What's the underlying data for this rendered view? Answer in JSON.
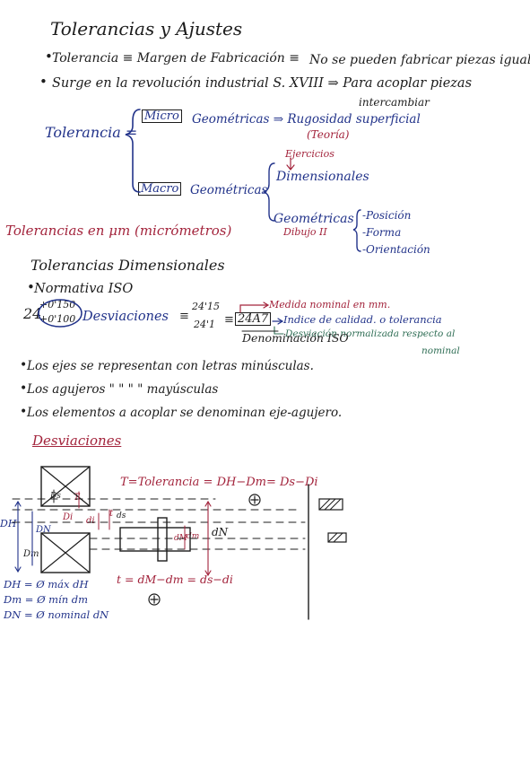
{
  "colors": {
    "ink": "#1c1c1c",
    "blue": "#22338a",
    "red": "#a3243c",
    "green": "#2f6e55"
  },
  "title": "Tolerancias y Ajustes",
  "intro": {
    "line1_a": "Tolerancia ≡ Margen de Fabricación ≡",
    "line1_b": "No se pueden fabricar piezas iguales.",
    "line2_a": "Surge en la revolución industrial S. XVIII ⇒ Para acoplar piezas",
    "line2_b": "intercambiar"
  },
  "tolerancia_tree": {
    "label": "Tolerancia =",
    "micro": "Micro",
    "micro_text": "Geométricas ⇒ Rugosidad superficial",
    "teoria": "(Teoría)",
    "ejercicios": "Ejercicios",
    "macro": "Macro",
    "macro_text": "Geométricas",
    "dimensionales": "Dimensionales",
    "geometricas": "Geométricas",
    "dibujo": "Dibujo II",
    "posicion": "-Posición",
    "forma": "-Forma",
    "orientacion": "-Orientación"
  },
  "unidades": "Tolerancias en μm (micrómetros)",
  "dimensionales_heading": "Tolerancias Dimensionales",
  "normativa": "Normativa ISO",
  "desviaciones_example": {
    "base": "24",
    "upper": "+0'150",
    "lower": "+0'100",
    "label": "Desviaciones",
    "eq": "≡",
    "v1": "24'15",
    "v2": "24'1",
    "eq2": "≡",
    "code": "24A7",
    "medida": "Medida nominal en mm.",
    "indice": "Indice de calidad. o tolerancia",
    "desv_norm": "Desviación normalizada respecto al",
    "nominal": "nominal",
    "denominacion": "Denominación ISO"
  },
  "bullets": [
    "Los ejes se representan con letras minúsculas.",
    "Los agujeros  \"      \"        \"          \"     mayúsculas",
    "Los elementos a acoplar se denominan eje-agujero."
  ],
  "desviaciones_heading": "Desviaciones",
  "diagram": {
    "T_formula": "T=Tolerancia = DH−Dm= Ds−Di",
    "t_formula": "t = dM−dm = ds−di",
    "lbl_DH": "DH",
    "lbl_DN": "DN",
    "lbl_Dm": "Dm",
    "lbl_Ds": "Ds",
    "lbl_T": "T",
    "lbl_Di": "Di",
    "lbl_di": "di",
    "lbl_ds": "ds",
    "lbl_t": "t",
    "lbl_dm": "dm",
    "lbl_dM": "dM",
    "lbl_dN": "dN"
  },
  "legend": [
    "DH = Ø máx dH",
    "Dm = Ø mín dm",
    "DN = Ø nominal dN"
  ]
}
